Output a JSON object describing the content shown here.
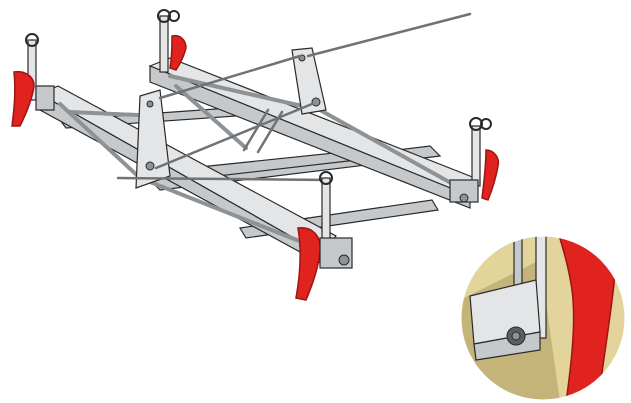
{
  "colors": {
    "background": "#ffffff",
    "metal_light": "#e3e5e6",
    "metal_mid": "#c6c9cb",
    "metal_dark": "#8e9295",
    "outline": "#2a2a2a",
    "shadow": "#a9adb0",
    "brake_shoe_red": "#e0231f",
    "brake_shoe_dark_red": "#9c1512",
    "inset_background": "#e2d49a",
    "inset_background_dark": "#c4b47a"
  },
  "figure": {
    "parts": [
      "brake-beam",
      "brake-shoe",
      "hanger-link",
      "triangular-lever",
      "pull-rod",
      "cross-bar",
      "magnified-inset"
    ]
  }
}
